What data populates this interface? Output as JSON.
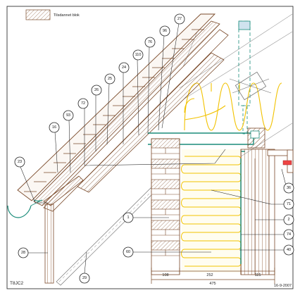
{
  "legend": {
    "label": "Tilsdannet blok"
  },
  "drawing_code": "T8JC2",
  "date": "16-9-2007",
  "dimensions": {
    "d1": "108",
    "d2": "252",
    "d3": "115",
    "total": "475"
  },
  "callouts": {
    "c27": "27",
    "c96": "96",
    "c76": "76",
    "c110": "110",
    "c24": "24",
    "c25": "25",
    "c26": "26",
    "c72": "72",
    "c93": "93",
    "c16": "16",
    "c23": "23",
    "c28": "28",
    "c29": "29",
    "c1": "1",
    "c60": "60",
    "c71": "71",
    "c2": "2",
    "c74": "74",
    "c40": "40",
    "c36": "36"
  },
  "colors": {
    "insulation": "#f2c200",
    "foil": "#1a8c7a",
    "brick_hatch": "#7a4a2a",
    "ink": "#222222"
  }
}
